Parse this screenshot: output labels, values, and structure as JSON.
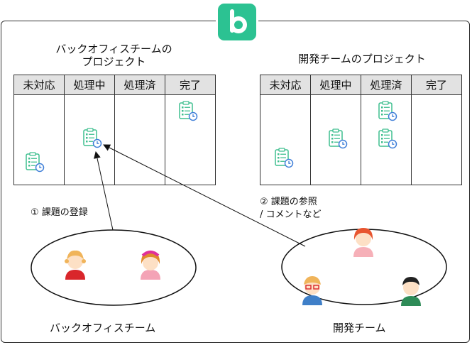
{
  "boards": [
    {
      "title_line1": "バックオフィスチームの",
      "title_line2": "プロジェクト",
      "columns": [
        "未対応",
        "処理中",
        "処理済",
        "完了"
      ]
    },
    {
      "title_line1": "開発チームのプロジェクト",
      "columns": [
        "未対応",
        "処理中",
        "処理済",
        "完了"
      ]
    }
  ],
  "arrows": {
    "register": "① 課題の登録",
    "reference_line1": "② 課題の参照",
    "reference_line2": "/ コメントなど"
  },
  "teams": {
    "backoffice": "バックオフィスチーム",
    "dev": "開発チーム"
  },
  "colors": {
    "brand": "#2cc292",
    "task_icon": "#3fbf8f",
    "clock": "#3f7fd8",
    "header_bg": "#e2e2e2"
  },
  "icons": [
    "backlog-logo-icon",
    "task-card-icon",
    "person-icon"
  ]
}
